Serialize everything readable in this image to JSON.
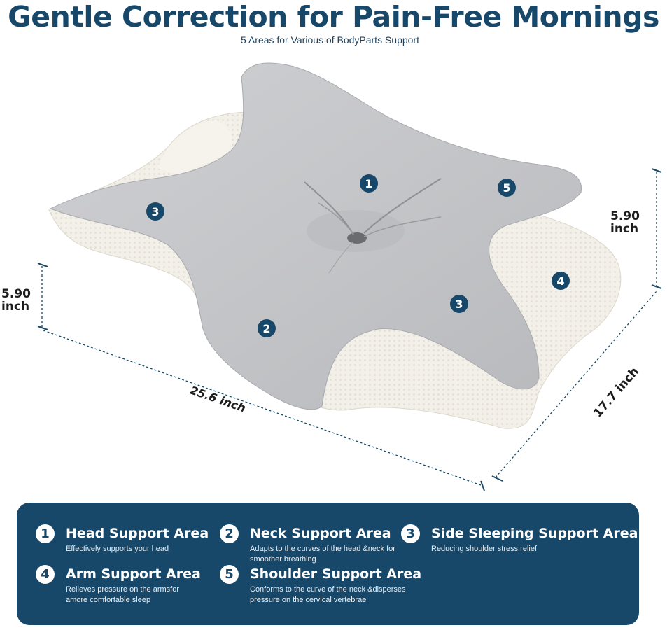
{
  "header": {
    "title": "Gentle Correction for Pain-Free Mornings",
    "subtitle": "5 Areas for Various of BodyParts Support"
  },
  "colors": {
    "brand": "#17486a",
    "pillow_cover": "#c4c5c8",
    "pillow_foam": "#f1eee6"
  },
  "pillow": {
    "markers": [
      "1",
      "5",
      "3",
      "4",
      "3",
      "2"
    ]
  },
  "dimensions": {
    "left_height_value": "5.90",
    "left_height_unit": "inch",
    "right_height_value": "5.90",
    "right_height_unit": "inch",
    "length": "25.6  inch",
    "width": "17.7 inch"
  },
  "features": [
    {
      "number": "1",
      "title": "Head Support Area",
      "description": "Effectively supports your head"
    },
    {
      "number": "2",
      "title": "Neck Support Area",
      "description": "Adapts to the curves of the head &neck for smoother breathing"
    },
    {
      "number": "3",
      "title": "Side Sleeping Support Area",
      "description": "Reducing shoulder stress relief"
    },
    {
      "number": "4",
      "title": "Arm Support Area",
      "description": "Relieves pressure on the armsfor amore comfortable sleep"
    },
    {
      "number": "5",
      "title": "Shoulder Support Area",
      "description": "Conforms to the curve of the neck &disperses pressure on the cervical vertebrae"
    }
  ]
}
